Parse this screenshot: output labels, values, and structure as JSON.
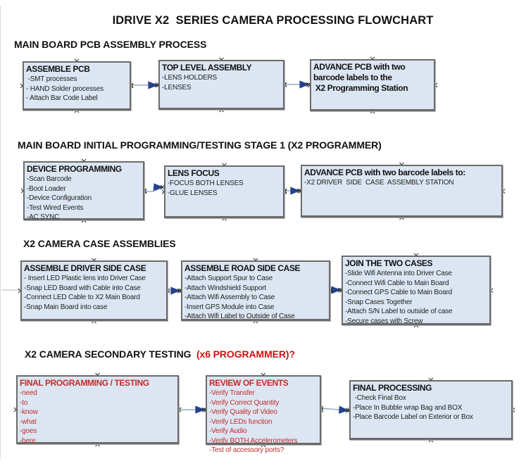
{
  "title": "IDRIVE X2  SERIES CAMERA PROCESSING FLOWCHART",
  "colors": {
    "box_fill": "#dce6f2",
    "box_border": "#6b6b6b",
    "arrow_line": "#93a9c7",
    "arrow_head": "#24418c",
    "handle_marker": "#2f2f2f",
    "red_text": "#c32b2b",
    "heading_red": "#cc1111",
    "text": "#1c1c1c"
  },
  "sections": [
    {
      "heading": "MAIN BOARD PCB ASSEMBLY PROCESS",
      "boxes": [
        {
          "title": "ASSEMBLE PCB",
          "items": [
            " -SMT processes",
            "- HAND Solder processes",
            "- Attach Bar Code Label"
          ]
        },
        {
          "title": "TOP LEVEL ASSEMBLY",
          "items": [
            "-LENS HOLDERS",
            "-LENSES"
          ]
        },
        {
          "title": "ADVANCE PCB with two\nbarcode labels to the\n X2 Programming Station",
          "items": []
        }
      ]
    },
    {
      "heading": "MAIN BOARD INITIAL PROGRAMMING/TESTING STAGE 1 (X2 PROGRAMMER)",
      "boxes": [
        {
          "title": "DEVICE PROGRAMMING",
          "items": [
            "-Scan Barcode",
            "-Boot Loader",
            "-Device Configuration",
            "-Test Wired Events",
            "-AC SYNC"
          ]
        },
        {
          "title": "LENS FOCUS",
          "items": [
            "-FOCUS BOTH LENSES",
            "-GLUE LENSES"
          ]
        },
        {
          "title": "ADVANCE PCB with two barcode labels to:",
          "items": [
            "-X2 DRIVER  SIDE  CASE  ASSEMBLY STATION"
          ]
        }
      ]
    },
    {
      "heading": "X2 CAMERA CASE ASSEMBLIES",
      "boxes": [
        {
          "title": "ASSEMBLE DRIVER SIDE CASE",
          "items": [
            "- Insert LED Plastic lens into Driver Case",
            "-Snap LED Board with Cable into Case",
            "-Connect LED Cable to X2 Main Board",
            "-Snap Main Board into case"
          ]
        },
        {
          "title": "ASSEMBLE ROAD SIDE CASE",
          "items": [
            "-Attach Support Spur to Case",
            "-Attach Windshield Support",
            "-Attach Wifi Assembly to Case",
            "-Insert GPS Module into Case",
            "-Attach Wifi Label to Outside of Case"
          ]
        },
        {
          "title": "JOIN THE TWO CASES",
          "items": [
            "-Slide Wifi Antenna into Driver Case",
            "-Connect Wifi Cable to Main Board",
            "-Connect GPS Cable to Main Board",
            "-Snap Cases Together",
            "-Attach S/N Label to outside of case",
            "-Secure cases with Screw"
          ]
        }
      ]
    },
    {
      "heading": "X2 CAMERA SECONDARY TESTING",
      "heading_red": "  (x6 PROGRAMMER)?",
      "boxes": [
        {
          "title": "FINAL PROGRAMMING / TESTING",
          "items": [
            "-need",
            "-to",
            "-know",
            "-what",
            "-goes",
            "-here"
          ]
        },
        {
          "title": "REVIEW OF EVENTS",
          "items": [
            "-Verify Transfer",
            "-Verify Correct Quantity",
            "-Verify Quality of Video",
            "-Verify LEDs function",
            "-Verify Audio",
            "-Verify BOTH Accelerometers",
            "-Test of accessory ports?"
          ]
        },
        {
          "title": "FINAL PROCESSING",
          "items": [
            " -Check Final Box",
            "-Place In Bubble wrap Bag and BOX",
            "-Place Barcode Label on Exterior or Box"
          ]
        }
      ]
    }
  ]
}
